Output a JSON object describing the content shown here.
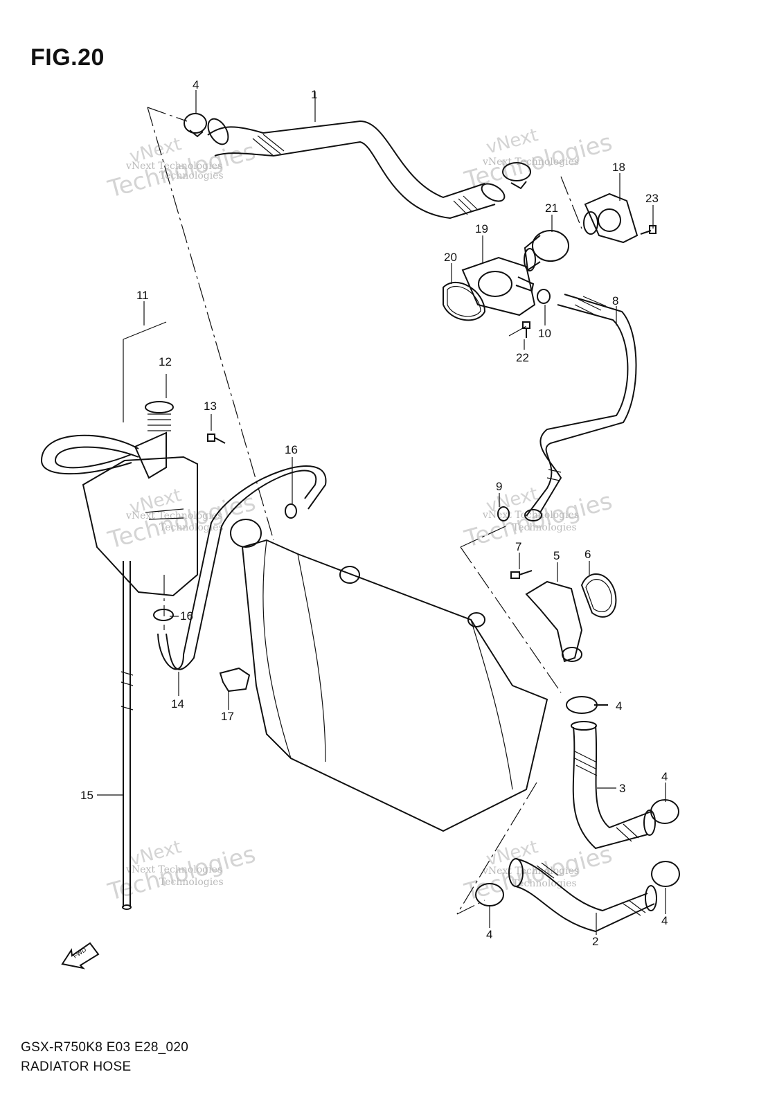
{
  "figure": {
    "title": "FIG.20",
    "model_code": "GSX-R750K8 E03 E28_020",
    "section_name": "RADIATOR HOSE"
  },
  "watermark": {
    "line1": "vNext Technologies",
    "line2": "vNext",
    "line3": "Technologies"
  },
  "fwd_label": "FWD",
  "callouts": [
    {
      "id": "c1",
      "label": "1"
    },
    {
      "id": "c2",
      "label": "2"
    },
    {
      "id": "c3",
      "label": "3"
    },
    {
      "id": "c4a",
      "label": "4"
    },
    {
      "id": "c4b",
      "label": "4"
    },
    {
      "id": "c4c",
      "label": "4"
    },
    {
      "id": "c4d",
      "label": "4"
    },
    {
      "id": "c4e",
      "label": "4"
    },
    {
      "id": "c5",
      "label": "5"
    },
    {
      "id": "c6",
      "label": "6"
    },
    {
      "id": "c7",
      "label": "7"
    },
    {
      "id": "c8",
      "label": "8"
    },
    {
      "id": "c9",
      "label": "9"
    },
    {
      "id": "c10",
      "label": "10"
    },
    {
      "id": "c11",
      "label": "11"
    },
    {
      "id": "c12",
      "label": "12"
    },
    {
      "id": "c13",
      "label": "13"
    },
    {
      "id": "c14",
      "label": "14"
    },
    {
      "id": "c15",
      "label": "15"
    },
    {
      "id": "c16a",
      "label": "16"
    },
    {
      "id": "c16b",
      "label": "16"
    },
    {
      "id": "c17",
      "label": "17"
    },
    {
      "id": "c18",
      "label": "18"
    },
    {
      "id": "c19",
      "label": "19"
    },
    {
      "id": "c20",
      "label": "20"
    },
    {
      "id": "c21",
      "label": "21"
    },
    {
      "id": "c22",
      "label": "22"
    },
    {
      "id": "c23",
      "label": "23"
    }
  ]
}
